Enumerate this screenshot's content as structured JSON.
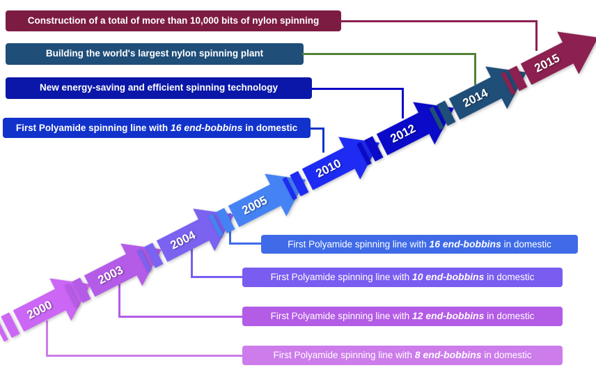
{
  "arrows": [
    {
      "year": "2000",
      "color": "#cb66f5"
    },
    {
      "year": "2003",
      "color": "#b45ce8"
    },
    {
      "year": "2004",
      "color": "#7b62f0"
    },
    {
      "year": "2005",
      "color": "#4583f5"
    },
    {
      "year": "2010",
      "color": "#1e2bf2"
    },
    {
      "year": "2012",
      "color": "#0a0ac8"
    },
    {
      "year": "2014",
      "color": "#1f4e79"
    },
    {
      "year": "2015",
      "color": "#8c2050"
    }
  ],
  "top_labels": [
    {
      "text": "Construction of a total of more than 10,000 bits of nylon spinning",
      "color": "#7d1c42"
    },
    {
      "text": "Building the world's largest nylon spinning plant",
      "color": "#1f4e79"
    },
    {
      "text": "New energy-saving and efficient spinning technology",
      "color": "#0a17a8"
    },
    {
      "prefix": "First Polyamide spinning line with ",
      "em": "16 end-bobbins",
      "suffix": " in domestic",
      "color": "#1133cc"
    }
  ],
  "bottom_labels": [
    {
      "prefix": "First Polyamide spinning line with ",
      "em": "16 end-bobbins",
      "suffix": " in domestic",
      "color": "#3f6be8"
    },
    {
      "prefix": "First Polyamide spinning line with ",
      "em": "10 end-bobbins",
      "suffix": " in domestic",
      "color": "#7a5cf0"
    },
    {
      "prefix": "First Polyamide spinning line with ",
      "em": "12 end-bobbins",
      "suffix": " in domestic",
      "color": "#b35ce6"
    },
    {
      "prefix": "First Polyamide spinning line with ",
      "em": "8 end-bobbins",
      "suffix": " in domestic",
      "color": "#cc7ceb"
    }
  ],
  "connectors": {
    "top": [
      "#8c2050",
      "#548235",
      "#0a0ac8",
      "#1133cc"
    ],
    "bottom": [
      "#3f6be8",
      "#7a5cf0",
      "#b35ce6",
      "#cc7ceb"
    ]
  }
}
